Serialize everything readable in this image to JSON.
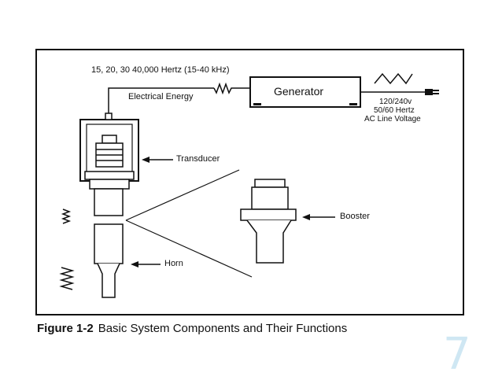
{
  "diagram": {
    "frequency_label": "15, 20, 30 40,000 Hertz (15-40 kHz)",
    "electrical_energy_label": "Electrical Energy",
    "generator_label": "Generator",
    "power_label_line1": "120/240v",
    "power_label_line2": "50/60 Hertz",
    "power_label_line3": "AC Line Voltage",
    "transducer_label": "Transducer",
    "booster_label": "Booster",
    "horn_label": "Horn"
  },
  "caption": {
    "figure_number": "Figure 1-2",
    "text": "Basic System Components and Their Functions"
  },
  "page_number": "7",
  "colors": {
    "line": "#111111",
    "page_number": "#cfe7f3"
  }
}
